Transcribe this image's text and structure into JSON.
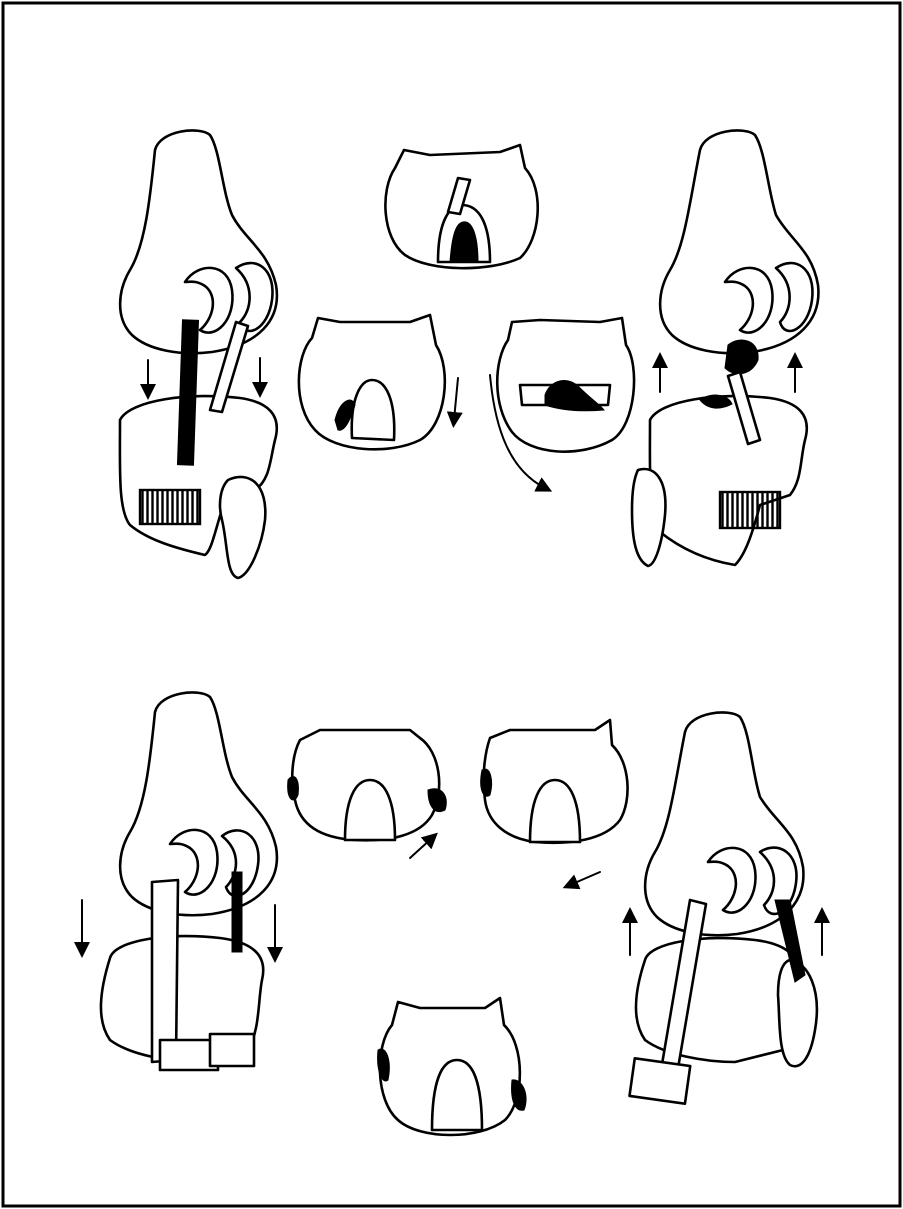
{
  "figure": {
    "colors": {
      "line": "#000000",
      "background": "#ffffff"
    },
    "panels": [
      {
        "id": "top-left-knee",
        "icon": "knee-anterior-view",
        "arrows": [
          "down",
          "down"
        ]
      },
      {
        "id": "top-center-upper-tibial-plateau",
        "icon": "tibial-plateau-horizontal-hatch"
      },
      {
        "id": "top-center-left-tibial-plateau",
        "icon": "tibial-plateau-diagonal-hatch",
        "arrows": [
          "down"
        ]
      },
      {
        "id": "top-center-right-tibial-plateau",
        "icon": "tibial-plateau-rotation",
        "arrows": [
          "curved-clockwise"
        ]
      },
      {
        "id": "top-right-knee",
        "icon": "knee-anterior-view",
        "arrows": [
          "up",
          "up"
        ]
      },
      {
        "id": "bottom-left-knee",
        "icon": "knee-anterior-view",
        "arrows": [
          "down",
          "down"
        ]
      },
      {
        "id": "bottom-center-left-tibial-plateau",
        "icon": "tibial-plateau-diagonal-hatch",
        "arrows": [
          "up-right"
        ]
      },
      {
        "id": "bottom-center-right-tibial-plateau",
        "icon": "tibial-plateau-diagonal-hatch",
        "arrows": [
          "down-left"
        ]
      },
      {
        "id": "bottom-center-lower-tibial-plateau",
        "icon": "tibial-plateau-horizontal-hatch"
      },
      {
        "id": "bottom-right-knee",
        "icon": "knee-anterior-view",
        "arrows": [
          "up",
          "up"
        ]
      }
    ]
  }
}
